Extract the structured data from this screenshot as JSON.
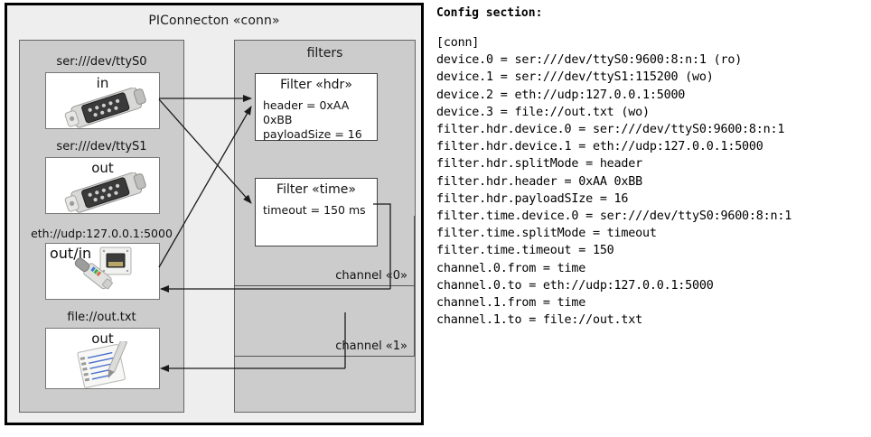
{
  "diagram": {
    "title": "PIConnecton «conn»",
    "devices_panel": {
      "items": [
        {
          "label": "ser:///dev/ttyS0",
          "direction": "in",
          "icon": "serial-port-icon"
        },
        {
          "label": "ser:///dev/ttyS1",
          "direction": "out",
          "icon": "serial-port-icon"
        },
        {
          "label": "eth://udp:127.0.0.1:5000",
          "direction": "out/in",
          "icon": "ethernet-jack-icon"
        },
        {
          "label": "file://out.txt",
          "direction": "out",
          "icon": "text-file-icon"
        }
      ]
    },
    "filters_panel": {
      "title": "filters",
      "filters": [
        {
          "title": "Filter «hdr»",
          "props": [
            "header = 0xAA 0xBB",
            "payloadSize = 16"
          ]
        },
        {
          "title": "Filter «time»",
          "props": [
            "timeout = 150 ms"
          ]
        }
      ],
      "channels": [
        {
          "label": "channel «0»"
        },
        {
          "label": "channel «1»"
        }
      ]
    }
  },
  "config": {
    "heading": "Config section:",
    "lines": [
      "[conn]",
      "device.0 = ser:///dev/ttyS0:9600:8:n:1 (ro)",
      "device.1 = ser:///dev/ttyS1:115200 (wo)",
      "device.2 = eth://udp:127.0.0.1:5000",
      "device.3 = file://out.txt (wo)",
      "filter.hdr.device.0 = ser:///dev/ttyS0:9600:8:n:1",
      "filter.hdr.device.1 = eth://udp:127.0.0.1:5000",
      "filter.hdr.splitMode = header",
      "filter.hdr.header = 0xAA 0xBB",
      "filter.hdr.payloadSIze = 16",
      "filter.time.device.0 = ser:///dev/ttyS0:9600:8:n:1",
      "filter.time.splitMode = timeout",
      "filter.time.timeout = 150",
      "channel.0.from = time",
      "channel.0.to = eth://udp:127.0.0.1:5000",
      "channel.1.from = time",
      "channel.1.to = file://out.txt"
    ]
  },
  "colors": {
    "frame_border": "#000000",
    "frame_fill": "#eeeeee",
    "panel_fill": "#cccccc",
    "panel_border": "#666666",
    "box_fill": "#ffffff",
    "arrow": "#1a1a1a"
  }
}
